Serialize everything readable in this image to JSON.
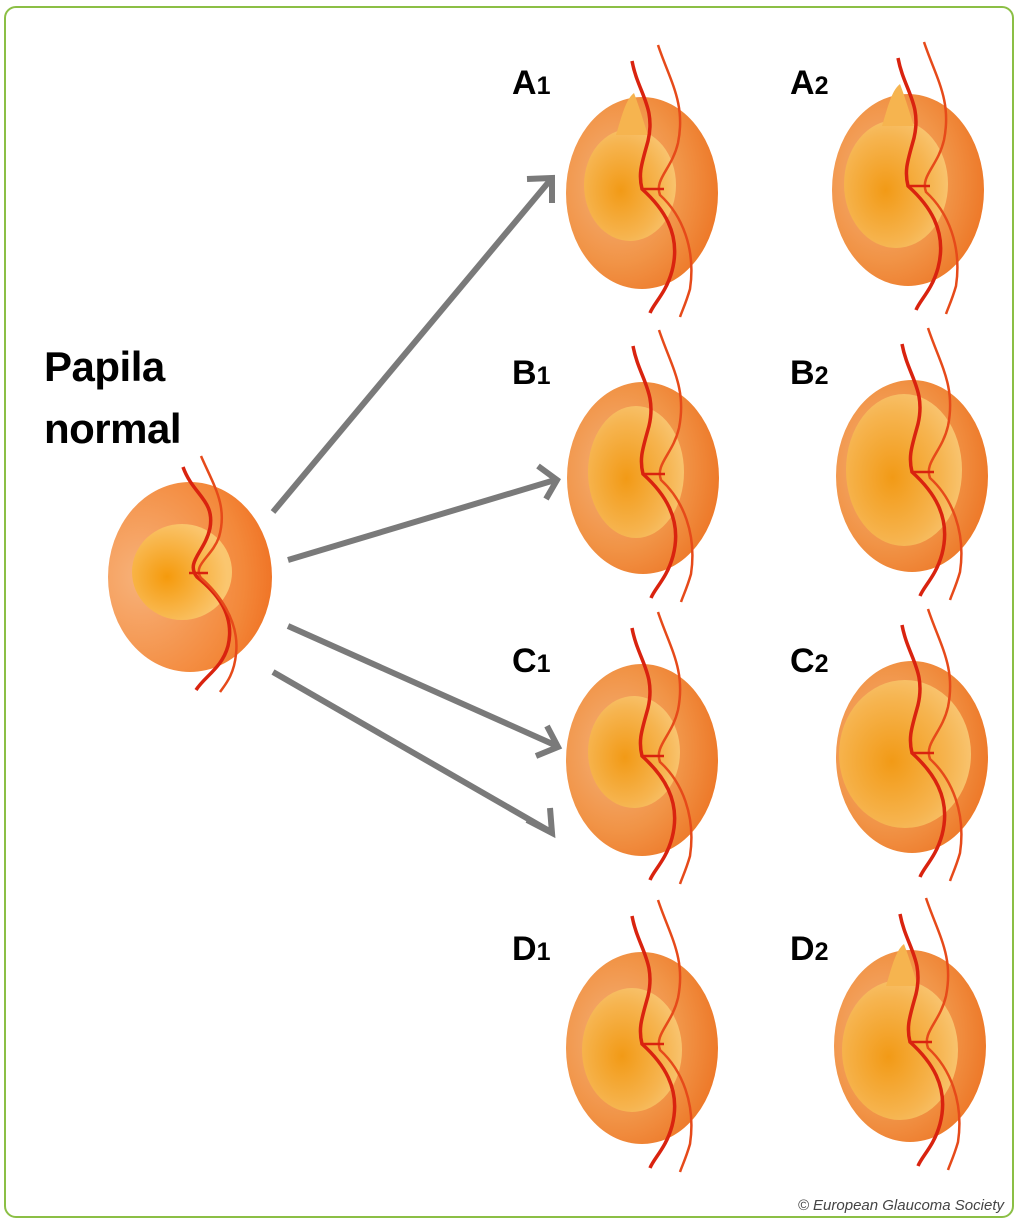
{
  "title": {
    "line1": "Papila",
    "line2": "normal"
  },
  "stages": [
    {
      "id": "A1",
      "letter": "A",
      "num": "1"
    },
    {
      "id": "A2",
      "letter": "A",
      "num": "2"
    },
    {
      "id": "B1",
      "letter": "B",
      "num": "1"
    },
    {
      "id": "B2",
      "letter": "B",
      "num": "2"
    },
    {
      "id": "C1",
      "letter": "C",
      "num": "1"
    },
    {
      "id": "C2",
      "letter": "C",
      "num": "2"
    },
    {
      "id": "D1",
      "letter": "D",
      "num": "1"
    },
    {
      "id": "D2",
      "letter": "D",
      "num": "2"
    }
  ],
  "copyright": "© European Glaucoma Society",
  "colors": {
    "border": "#8bbf45",
    "arrow": "#7a7a7a",
    "rim": "#f07f2e",
    "cup": "#f6b04a",
    "vessel": "#d9230f"
  }
}
